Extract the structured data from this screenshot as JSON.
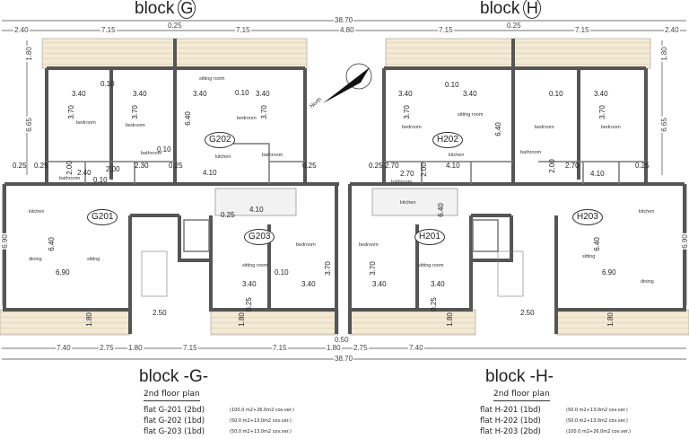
{
  "headers": {
    "block_g": {
      "label": "block",
      "letter": "G"
    },
    "block_h": {
      "label": "block",
      "letter": "H"
    }
  },
  "dimensions": {
    "overall_top": "38.70",
    "top_row": [
      "2.40",
      "7.15",
      "0.25",
      "7.15",
      "4.80",
      "7.15",
      "0.25",
      "7.15",
      "2.40"
    ],
    "bottom_row": [
      "7.40",
      "2.75",
      "1.80",
      "7.15",
      "7.15",
      "1.80",
      "2.75",
      "7.40"
    ],
    "overall_bottom": "38.70",
    "center_gap": "0.50",
    "left_height_top": "1.80",
    "left_height_mid": "6.65",
    "left_height_low": "6.90",
    "right_height_top": "1.80",
    "right_height_mid": "6.65",
    "right_height_low": "6.90"
  },
  "plan_labels": [
    "3.40",
    "3.70",
    "3.40",
    "3.70",
    "0.10",
    "3.40",
    "0.10",
    "3.40",
    "3.70",
    "6.40",
    "4.10",
    "2.40",
    "2.00",
    "2.30",
    "0.25",
    "0.25",
    "0.10",
    "0.10",
    "2.00",
    "2.70",
    "6.40",
    "6.90",
    "2.50",
    "4.10",
    "3.40",
    "3.40",
    "3.70",
    "0.10",
    "1.80",
    "1.80",
    "0.25",
    "0.25",
    "3.40",
    "3.70",
    "0.10",
    "3.40",
    "3.40",
    "3.70",
    "0.10",
    "6.40",
    "4.10",
    "2.70",
    "2.00",
    "2.00",
    "2.70",
    "4.10",
    "6.40",
    "3.40",
    "3.40",
    "3.70",
    "6.40",
    "6.90",
    "2.50",
    "1.80",
    "1.80",
    "0.25",
    "0.25",
    "0.25",
    "0.25",
    "0.25"
  ],
  "rooms": {
    "bedroom": "bedroom",
    "bathroom": "bathroom",
    "sitting_room": "sitting room",
    "kitchen": "kitchen",
    "sitting": "sitting",
    "dining": "dining"
  },
  "units": [
    "G201",
    "G202",
    "G203",
    "H201",
    "H202",
    "H203"
  ],
  "compass": {
    "label": "North"
  },
  "legend_g": {
    "title": "block  -G-",
    "subtitle": "2nd floor plan",
    "flats": [
      {
        "name": "flat G-201 (2bd)",
        "area": "(100.0 m2+26.0m2 cov.ver.)"
      },
      {
        "name": "flat G-202 (1bd)",
        "area": "(50.0 m2+13.0m2 cov.ver.)"
      },
      {
        "name": "flat G-203 (1bd)",
        "area": "(50.0 m2+13.0m2 cov.ver.)"
      }
    ]
  },
  "legend_h": {
    "title": "block  -H-",
    "subtitle": "2nd floor plan",
    "flats": [
      {
        "name": "flat H-201 (1bd)",
        "area": "(50.0 m2+13.0m2 cov.ver.)"
      },
      {
        "name": "flat H-202 (1bd)",
        "area": "(50.0 m2+13.0m2 cov.ver.)"
      },
      {
        "name": "flat H-203 (2bd)",
        "area": "(100.0 m2+26.0m2 cov.ver.)"
      }
    ]
  },
  "colors": {
    "wall": "#555555",
    "balcony": "#f3ead6",
    "line": "#333333"
  }
}
